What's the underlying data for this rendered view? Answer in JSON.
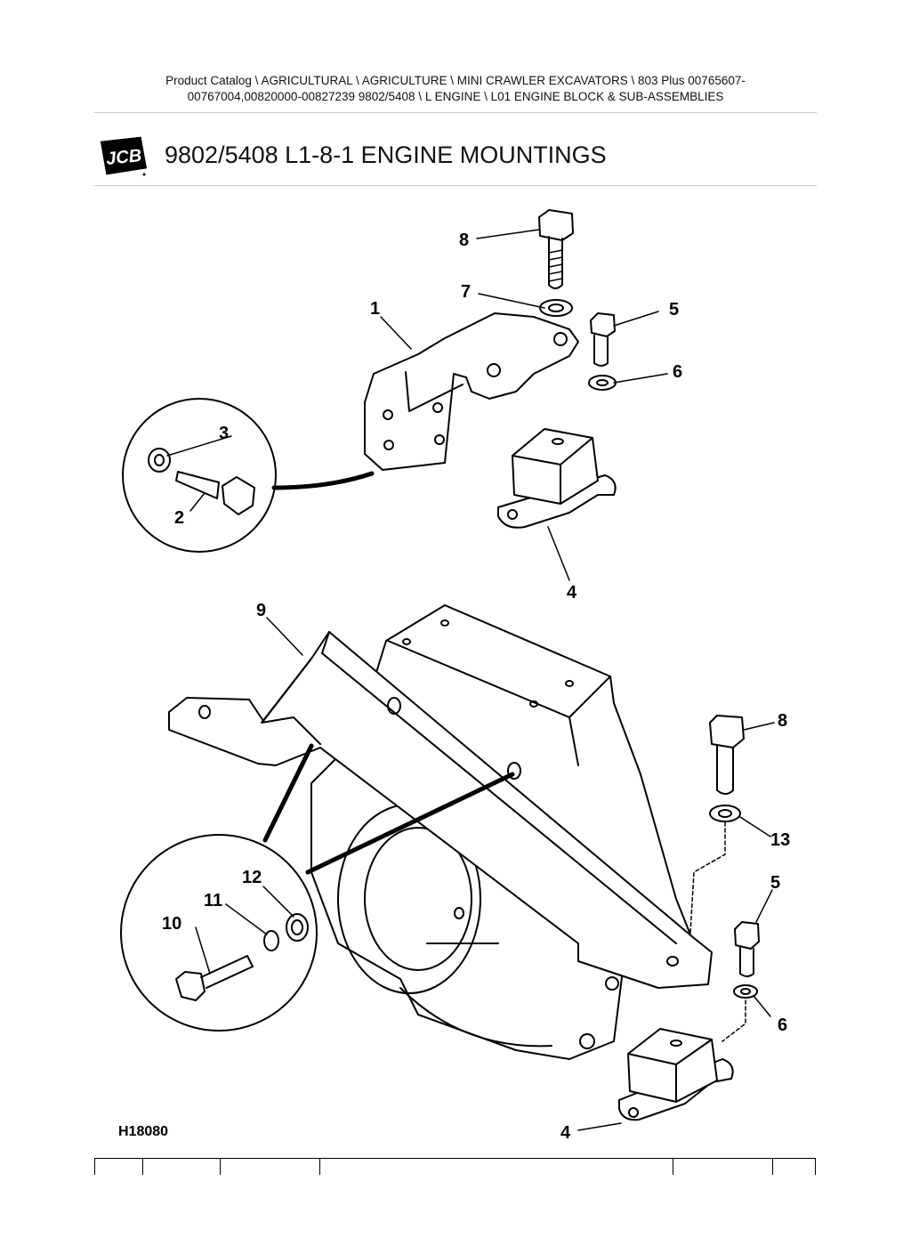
{
  "breadcrumb": {
    "line1": "Product Catalog  \\  AGRICULTURAL  \\  AGRICULTURE  \\  MINI CRAWLER EXCAVATORS  \\  803 Plus 00765607-",
    "line2": "00767004,00820000-00827239 9802/5408  \\  L ENGINE  \\  L01 ENGINE BLOCK & SUB-ASSEMBLIES"
  },
  "logo": {
    "text": "JCB",
    "icon": "jcb-logo"
  },
  "page_title": "9802/5408 L1-8-1 ENGINE MOUNTINGS",
  "diagram": {
    "reference": "H18080",
    "callouts": [
      "1",
      "2",
      "3",
      "4",
      "5",
      "6",
      "7",
      "8",
      "9",
      "10",
      "11",
      "12",
      "13",
      "8",
      "5",
      "6",
      "4"
    ]
  },
  "colors": {
    "line": "#000000",
    "rule": "#c8c8c8"
  }
}
